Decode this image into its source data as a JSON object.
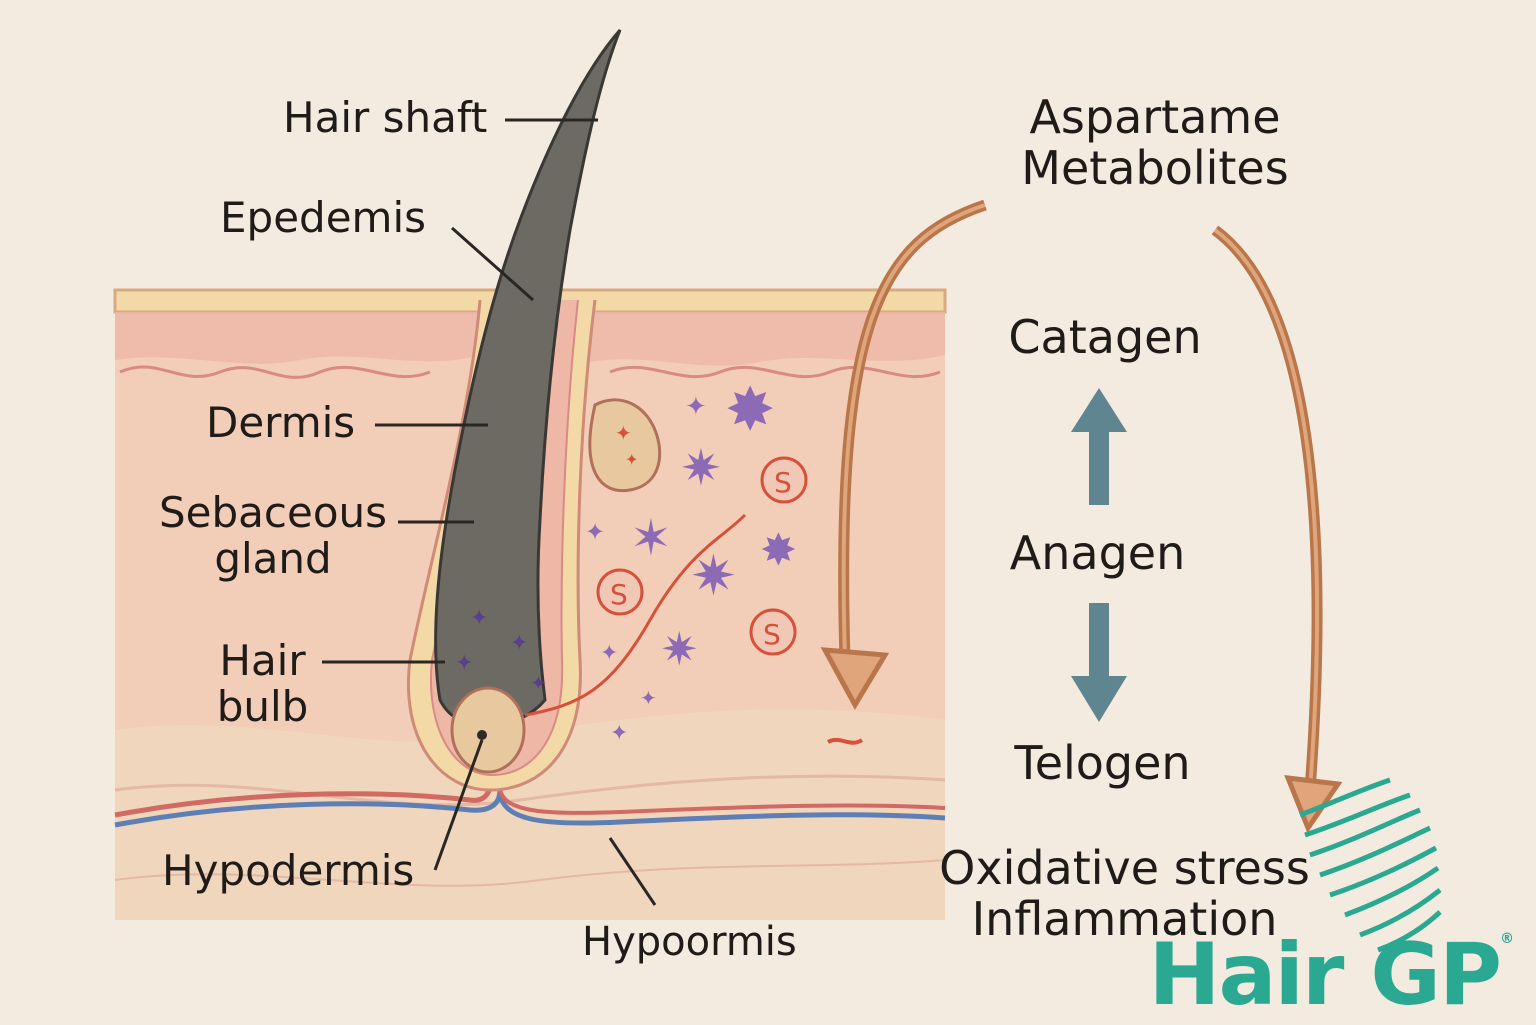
{
  "labels": {
    "hair_shaft": "Hair shaft",
    "epidermis": "Epedemis",
    "dermis": "Dermis",
    "sebaceous_line1": "Sebaceous",
    "sebaceous_line2": "gland",
    "hair_bulb_line1": "Hair",
    "hair_bulb_line2": "bulb",
    "hypodermis": "Hypodermis",
    "hypoormis": "Hypoormis"
  },
  "cycle": {
    "title_line1": "Aspartame",
    "title_line2": "Metabolites",
    "catagen": "Catagen",
    "anagen": "Anagen",
    "telogen": "Telogen",
    "effect_line1": "Oxidative stress",
    "effect_line2": "Inflammation"
  },
  "brand": {
    "name": "Hair GP",
    "mark": "®",
    "color": "#2aa892"
  },
  "colors": {
    "background": "#f4ebe0",
    "arrow_brown": "#b8764a",
    "arrow_teal": "#5f8690",
    "skin": "#f2cdb8",
    "shaft": "#6d6a64",
    "particle_purple": "#8c6ab5",
    "particle_red": "#d6705a"
  }
}
